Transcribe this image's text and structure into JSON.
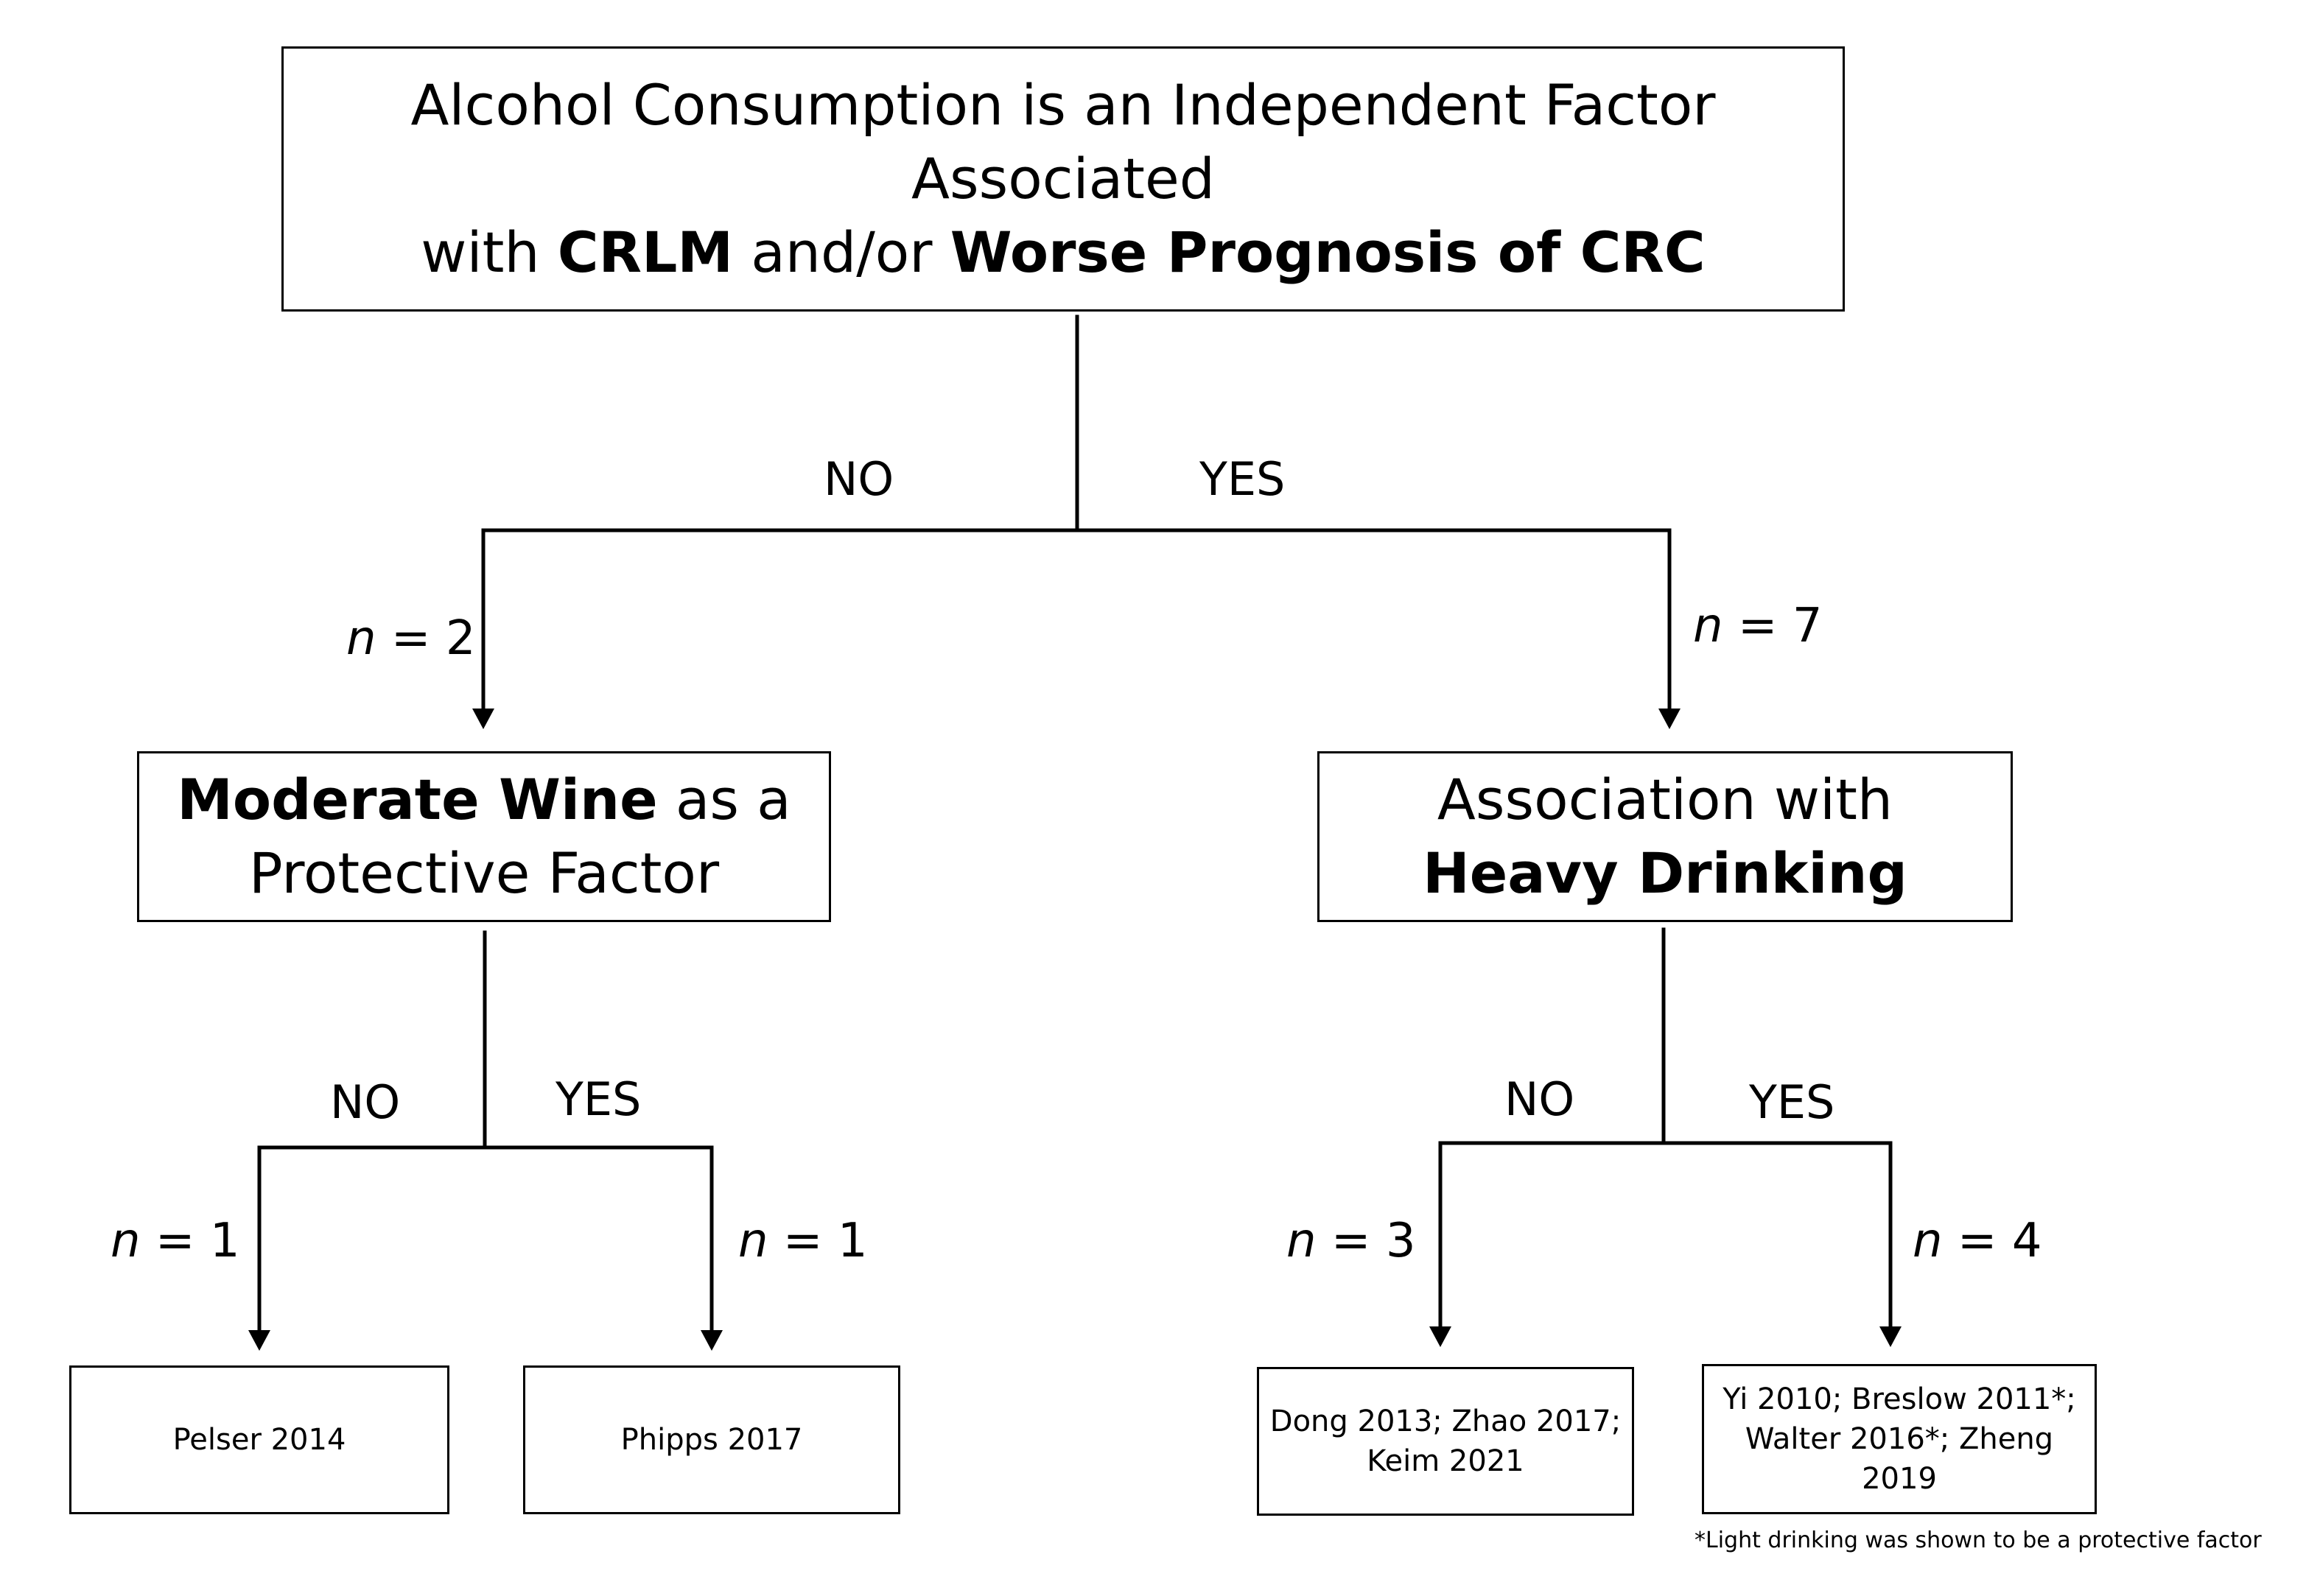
{
  "root": {
    "line1": "Alcohol Consumption is an Independent Factor Associated",
    "line2_pre": "with ",
    "line2_b1": "CRLM",
    "line2_mid": " and/or ",
    "line2_b2": "Worse Prognosis of CRC"
  },
  "branch1": {
    "no": "NO",
    "yes": "YES"
  },
  "left_node": {
    "bold": "Moderate Wine",
    "rest": " as a",
    "line2": "Protective Factor",
    "n_var": "n",
    "n_value": " = 2"
  },
  "right_node": {
    "line1": "Association with",
    "bold": "Heavy Drinking",
    "n_var": "n",
    "n_value": " = 7"
  },
  "branch_left": {
    "no": "NO",
    "yes": "YES"
  },
  "branch_right": {
    "no": "NO",
    "yes": "YES"
  },
  "leaves": {
    "ll": {
      "line1": "Pelser 2014",
      "n_var": "n",
      "n_value": " = 1"
    },
    "lr": {
      "line1": "Phipps 2017",
      "n_var": "n",
      "n_value": " = 1"
    },
    "rl": {
      "line1": "Dong 2013; Zhao 2017;",
      "line2": "Keim 2021",
      "n_var": "n",
      "n_value": " = 3"
    },
    "rr": {
      "line1": "Yi 2010; Breslow 2011*;",
      "line2": "Walter 2016*; Zheng 2019",
      "n_var": "n",
      "n_value": " = 4"
    }
  },
  "footnote": "*Light drinking was shown to be a protective factor"
}
